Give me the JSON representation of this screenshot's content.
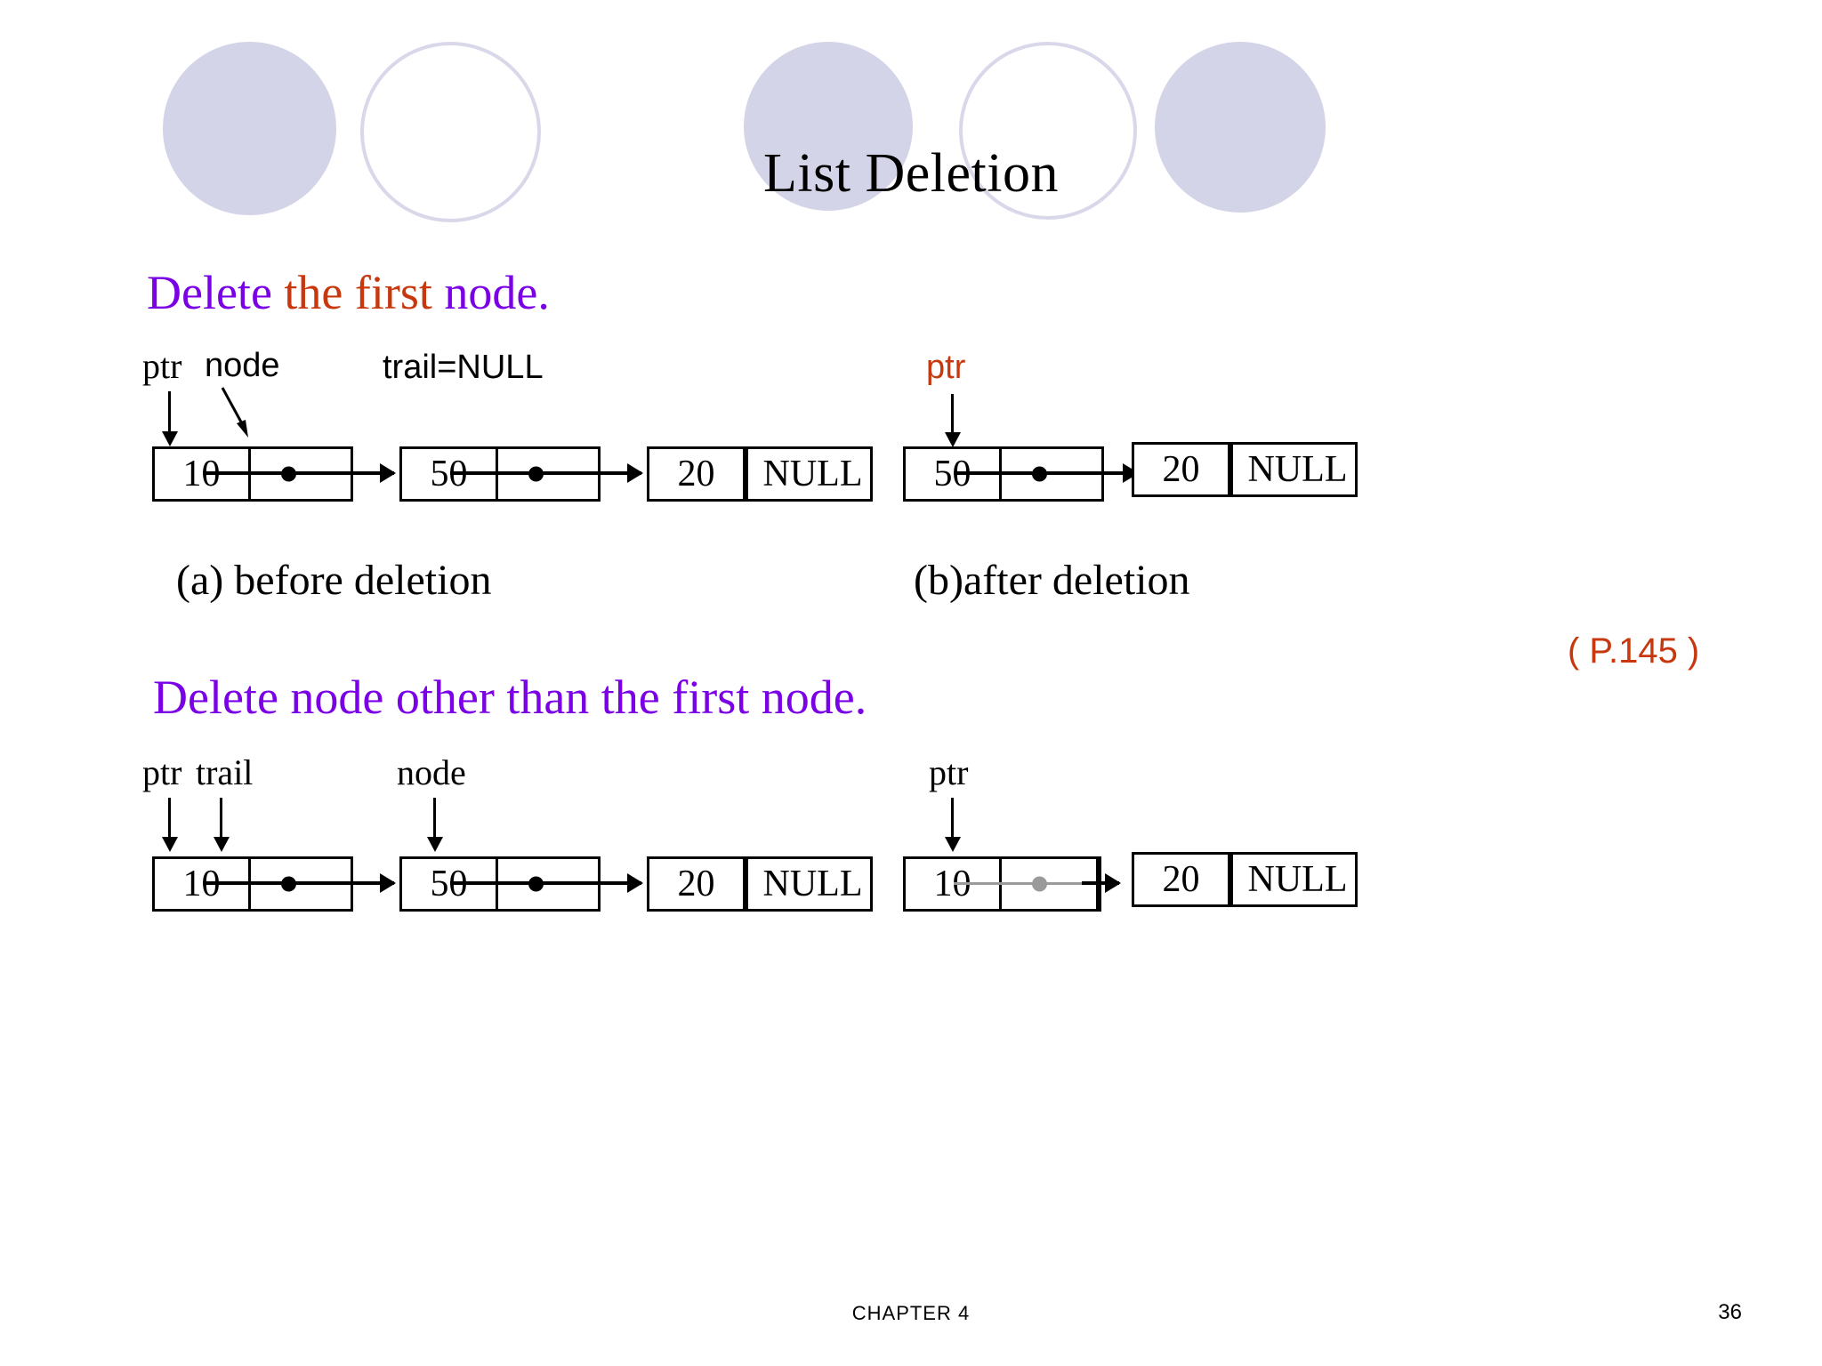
{
  "slide": {
    "title": "List Deletion",
    "decor_circle_color_filled": "#d4d4e8",
    "decor_circle_color_hollow": "#d8d8ea"
  },
  "section1": {
    "heading_parts": [
      {
        "text": "Delete ",
        "color": "#7a00e6"
      },
      {
        "text": "the first ",
        "color": "#c7380e"
      },
      {
        "text": "node.",
        "color": "#7a00e6"
      }
    ],
    "heading_full": "Delete the first node.",
    "before": {
      "labels": {
        "ptr": "ptr",
        "node": "node",
        "trail": "trail=NULL"
      },
      "nodes": [
        {
          "data": "10",
          "link": "pointer"
        },
        {
          "data": "50",
          "link": "pointer"
        },
        {
          "data": "20",
          "link": "NULL"
        }
      ],
      "caption": "(a) before deletion"
    },
    "after": {
      "labels": {
        "ptr": "ptr"
      },
      "nodes": [
        {
          "data": "50",
          "link": "pointer"
        },
        {
          "data": "20",
          "link": "NULL"
        }
      ],
      "caption": "(b)after deletion"
    },
    "page_reference": "( P.145 )"
  },
  "section2": {
    "heading_full": "Delete node other than the first node.",
    "heading_color": "#7a00e6",
    "before": {
      "labels": {
        "ptr": "ptr",
        "trail": "trail",
        "node": "node"
      },
      "nodes": [
        {
          "data": "10",
          "link": "pointer"
        },
        {
          "data": "50",
          "link": "pointer"
        },
        {
          "data": "20",
          "link": "NULL"
        }
      ]
    },
    "after": {
      "labels": {
        "ptr": "ptr"
      },
      "nodes": [
        {
          "data": "10",
          "link": "pointer-faded"
        },
        {
          "data": "20",
          "link": "NULL"
        }
      ]
    }
  },
  "footer": {
    "chapter": "CHAPTER 4",
    "page_number": "36"
  }
}
